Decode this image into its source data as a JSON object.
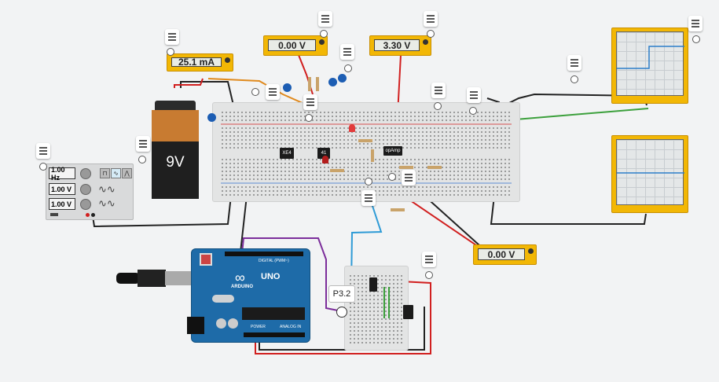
{
  "meters": {
    "current": {
      "value": "25.1 mA"
    },
    "voltage_top": {
      "value": "0.00 V"
    },
    "voltage_mid": {
      "value": "3.30 V"
    },
    "voltage_bottom": {
      "value": "0.00 V"
    }
  },
  "battery": {
    "label": "9V"
  },
  "function_generator": {
    "frequency": "1.00 Hz",
    "amplitude": "1.00 V",
    "offset": "1.00 V"
  },
  "breadboard_chips": {
    "chip1": "XE4",
    "chip2": "41",
    "opamp": "opAmp"
  },
  "arduino": {
    "brand": "ARDUINO",
    "model": "UNO",
    "digital_label": "DIGITAL (PWM~)",
    "power_label": "POWER",
    "analog_label": "ANALOG IN"
  },
  "probe": {
    "label": "P3.2"
  },
  "colors": {
    "meter": "#f2b705",
    "board": "#1e6ba8",
    "wire_red": "#d11f1f",
    "wire_green": "#3ca03c",
    "wire_purple": "#7b2d9a",
    "wire_blue": "#2f9bd6",
    "wire_orange": "#e08a1e",
    "trace": "#2c7fc9"
  }
}
